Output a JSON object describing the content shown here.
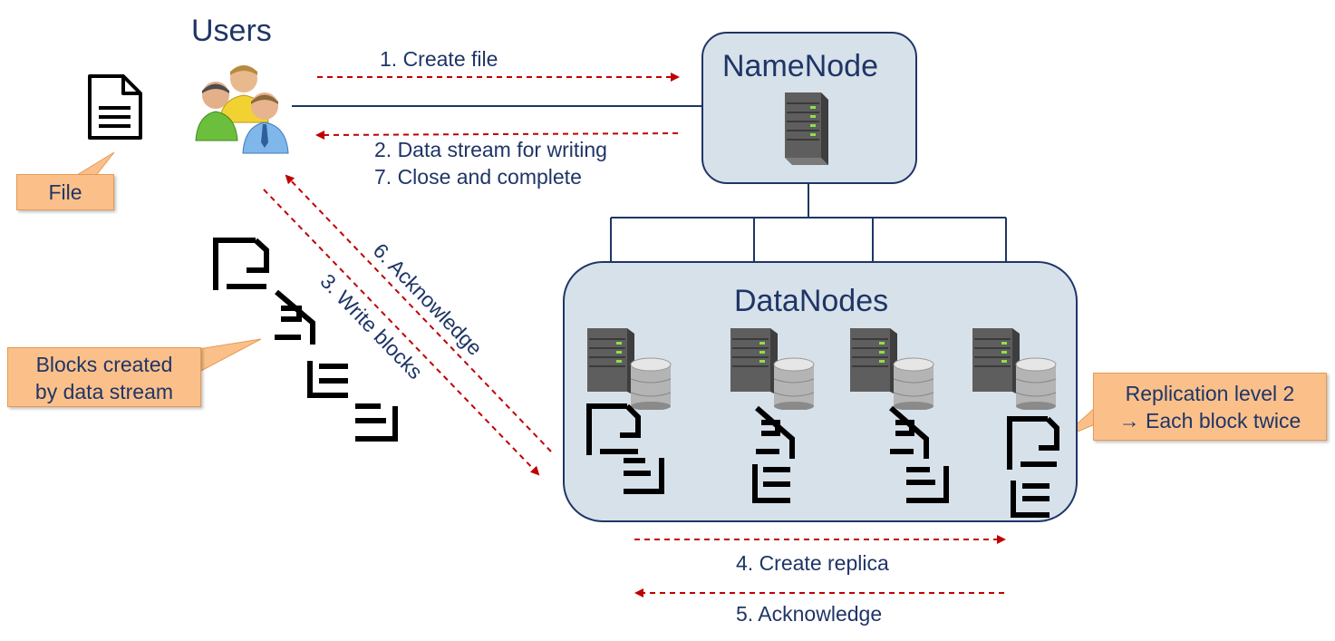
{
  "users_title": "Users",
  "namenode_title": "NameNode",
  "datanodes_title": "DataNodes",
  "callouts": {
    "file": "File",
    "blocks_line1": "Blocks created",
    "blocks_line2": "by data stream",
    "replication_line1": "Replication level 2",
    "replication_line2": "→ Each block twice"
  },
  "steps": {
    "s1": "1. Create file",
    "s2": "2. Data stream for writing",
    "s7": "7. Close and complete",
    "s3": "3. Write blocks",
    "s6": "6. Acknowledge",
    "s4": "4. Create replica",
    "s5": "5. Acknowledge"
  },
  "colors": {
    "navy": "#1f3566",
    "arrow_red": "#c00000",
    "box_fill": "#d7e1ea",
    "callout_fill": "#fbc08a"
  },
  "icons": [
    "document-icon",
    "users-icon",
    "server-icon",
    "database-server-icon",
    "block-fragment-icon"
  ]
}
